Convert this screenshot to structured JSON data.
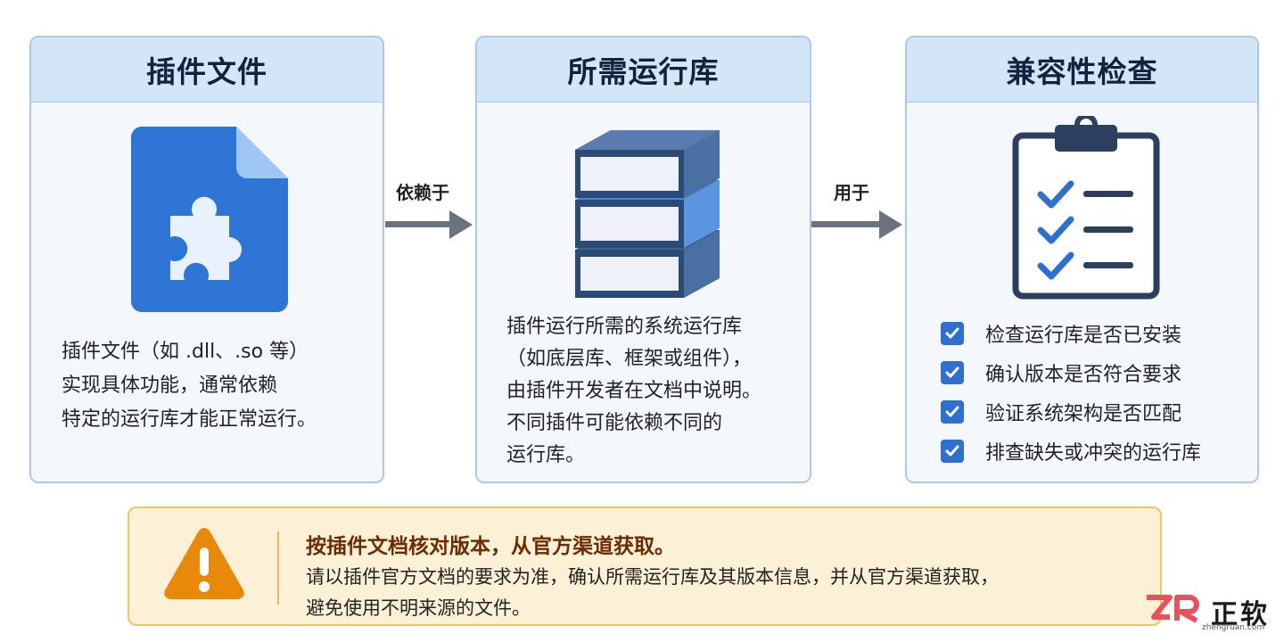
{
  "cards": [
    {
      "title": "插件文件",
      "icon": "puzzle-file-icon",
      "lines": [
        "插件文件（如 .dll、.so 等）",
        "实现具体功能，通常依赖",
        "特定的运行库才能正常运行。"
      ]
    },
    {
      "title": "所需运行库",
      "icon": "books-stack-icon",
      "lines": [
        "插件运行所需的系统运行库",
        "（如底层库、框架或组件），",
        "由插件开发者在文档中说明。",
        "不同插件可能依赖不同的",
        "运行库。"
      ]
    },
    {
      "title": "兼容性检查",
      "icon": "clipboard-checklist-icon",
      "checks": [
        "检查运行库是否已安装",
        "确认版本是否符合要求",
        "验证系统架构是否匹配",
        "排查缺失或冲突的运行库"
      ]
    }
  ],
  "arrows": [
    "依赖于",
    "用于"
  ],
  "notice": {
    "icon": "warning-triangle-icon",
    "title": "按插件文档核对版本，从官方渠道获取。",
    "lines": [
      "请以插件官方文档的要求为准，确认所需运行库及其版本信息，并从官方渠道获取，",
      "避免使用不明来源的文件。"
    ]
  },
  "brand": {
    "name": "正软",
    "url": "zhengruan.com"
  },
  "colors": {
    "accent": "#2f6fd1",
    "card_border": "#a8c9ec",
    "notice_border": "#f2c45a",
    "warning": "#e8890c"
  }
}
